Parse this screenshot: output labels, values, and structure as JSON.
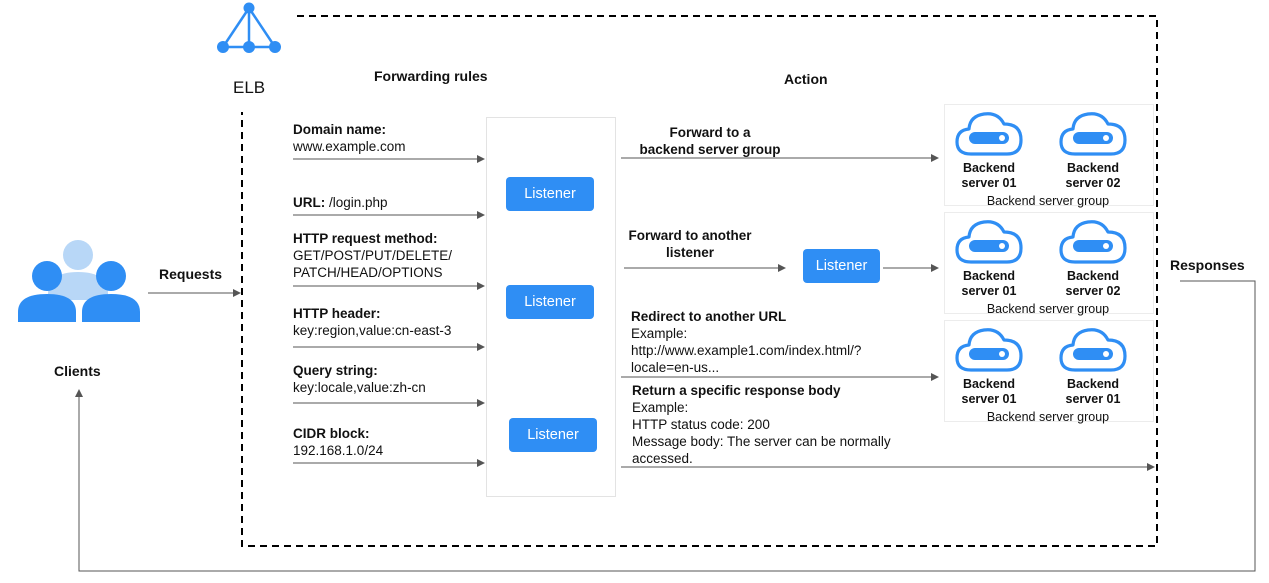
{
  "elb": {
    "label": "ELB",
    "icon": "elb-icon",
    "color": "#2f8ef4"
  },
  "headers": {
    "forwarding_rules": "Forwarding rules",
    "action": "Action"
  },
  "clients": {
    "label": "Clients",
    "icon": "users-icon"
  },
  "requests_label": "Requests",
  "responses_label": "Responses",
  "rules": [
    {
      "title": "Domain name:",
      "lines": [
        "www.example.com"
      ]
    },
    {
      "title": "URL:",
      "inline": " /login.php",
      "lines": []
    },
    {
      "title": "HTTP request method:",
      "lines": [
        "GET/POST/PUT/DELETE/",
        "PATCH/HEAD/OPTIONS"
      ]
    },
    {
      "title": "HTTP header:",
      "lines": [
        "key:region,value:cn-east-3"
      ]
    },
    {
      "title": "Query string:",
      "lines": [
        "key:locale,value:zh-cn"
      ]
    },
    {
      "title": "CIDR block:",
      "lines": [
        "192.168.1.0/24"
      ]
    }
  ],
  "listener_label": "Listener",
  "actions": [
    {
      "title_lines": [
        "Forward to a",
        "backend server group"
      ]
    },
    {
      "title_lines": [
        "Forward to another",
        "listener"
      ]
    },
    {
      "title": "Redirect to another URL",
      "lines": [
        "Example:",
        "http://www.example1.com/index.html/?",
        "locale=en-us..."
      ]
    },
    {
      "title": "Return a specific response body",
      "lines": [
        "Example:",
        "HTTP status code: 200",
        "Message body: The server can be normally",
        "accessed."
      ]
    }
  ],
  "server_groups": [
    {
      "label": "Backend server group",
      "servers": [
        [
          "Backend",
          "server 01"
        ],
        [
          "Backend",
          "server 02"
        ]
      ]
    },
    {
      "label": "Backend server group",
      "servers": [
        [
          "Backend",
          "server 01"
        ],
        [
          "Backend",
          "server 02"
        ]
      ]
    },
    {
      "label": "Backend server group",
      "servers": [
        [
          "Backend",
          "server 01"
        ],
        [
          "Backend",
          "server 01"
        ]
      ]
    }
  ],
  "colors": {
    "accent": "#2f8ef4",
    "line": "#555555",
    "border": "#000000",
    "client_light": "#b8d7f7"
  }
}
